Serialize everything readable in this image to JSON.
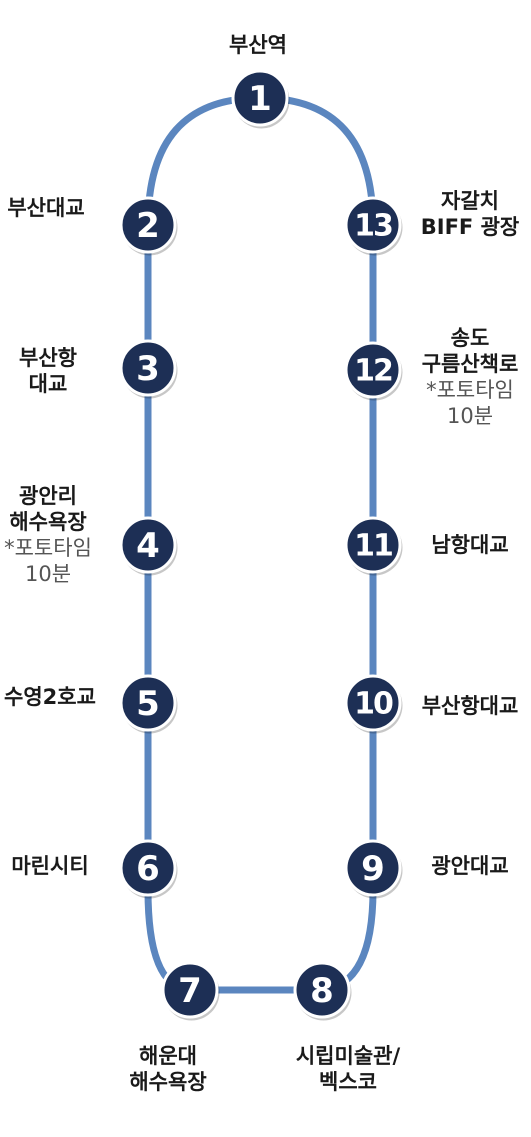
{
  "colors": {
    "track": "#5b86bf",
    "circle_fill": "#1d2f55",
    "circle_ring": "#ffffff",
    "label_text": "#1a1a1a",
    "note_text": "#555555"
  },
  "stops": [
    {
      "number": "1",
      "name": [
        "부산역"
      ],
      "note": []
    },
    {
      "number": "2",
      "name": [
        "부산대교"
      ],
      "note": []
    },
    {
      "number": "3",
      "name": [
        "부산항",
        "대교"
      ],
      "note": []
    },
    {
      "number": "4",
      "name": [
        "광안리",
        "해수욕장"
      ],
      "note": [
        "*포토타임",
        "10분"
      ]
    },
    {
      "number": "5",
      "name": [
        "수영2호교"
      ],
      "note": []
    },
    {
      "number": "6",
      "name": [
        "마린시티"
      ],
      "note": []
    },
    {
      "number": "7",
      "name": [
        "해운대",
        "해수욕장"
      ],
      "note": []
    },
    {
      "number": "8",
      "name": [
        "시립미술관/",
        "벡스코"
      ],
      "note": []
    },
    {
      "number": "9",
      "name": [
        "광안대교"
      ],
      "note": []
    },
    {
      "number": "10",
      "name": [
        "부산항대교"
      ],
      "note": []
    },
    {
      "number": "11",
      "name": [
        "남항대교"
      ],
      "note": []
    },
    {
      "number": "12",
      "name": [
        "송도",
        "구름산책로"
      ],
      "note": [
        "*포토타임",
        "10분"
      ]
    },
    {
      "number": "13",
      "name": [
        "자갈치",
        "BIFF 광장"
      ],
      "note": []
    }
  ]
}
